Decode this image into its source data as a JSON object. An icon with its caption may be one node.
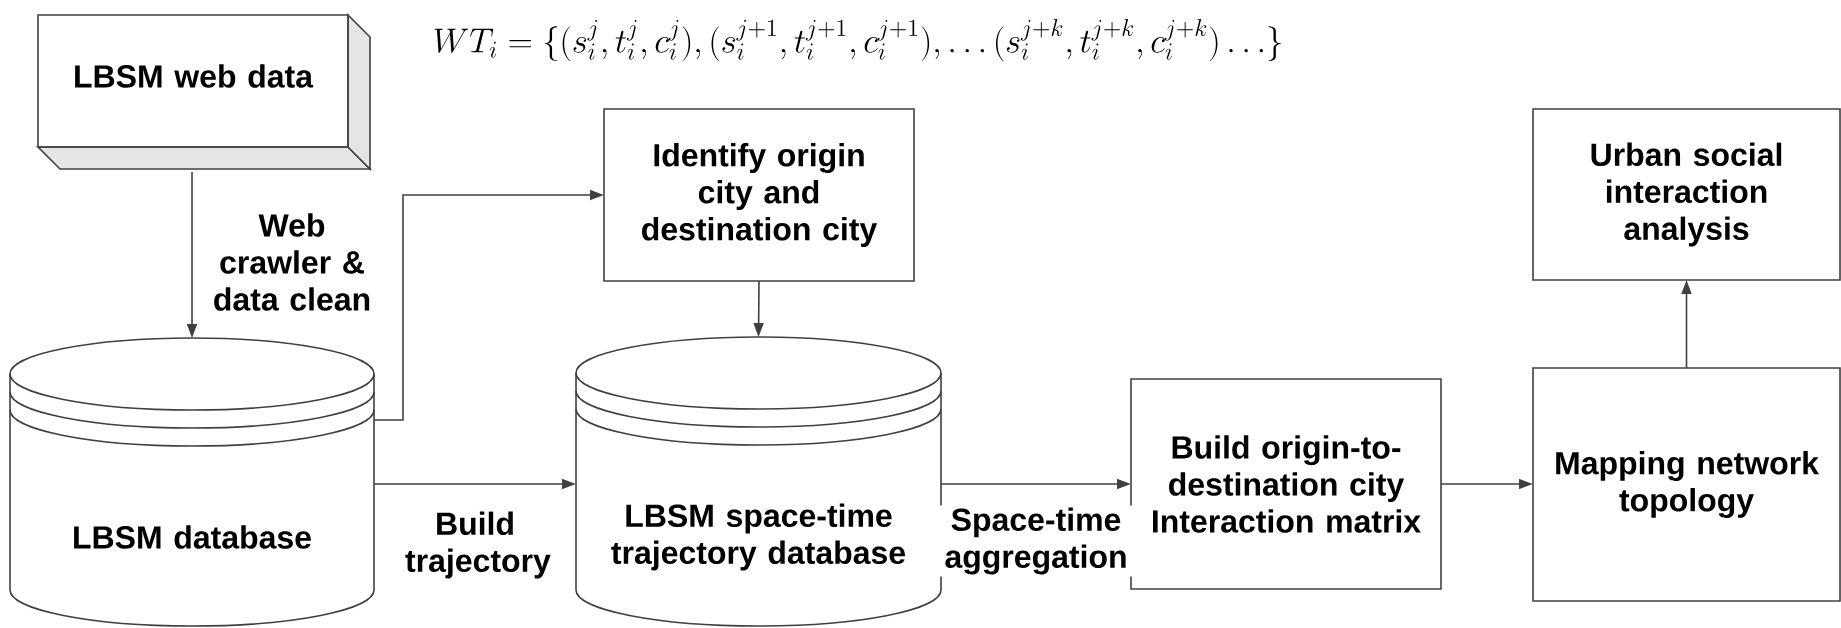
{
  "diagram": {
    "nodes": [
      {
        "text": [
          "LBSM web data"
        ]
      },
      {
        "text": [
          "LBSM database"
        ]
      },
      {
        "text": [
          "Identify origin city and destination city"
        ]
      },
      {
        "text": [
          "LBSM space-time trajectory database"
        ]
      },
      {
        "text": [
          "Build origin-to-destination city Interaction matrix"
        ]
      },
      {
        "text": [
          "Mapping network topology"
        ]
      },
      {
        "text": [
          "Urban social interaction analysis"
        ]
      }
    ],
    "edges": [
      {
        "from": 0,
        "to": 1,
        "arrow": "to",
        "label": "Web crawler & data clean"
      },
      {
        "from": 1,
        "to": 2,
        "arrow": "to"
      },
      {
        "from": 1,
        "to": 3,
        "arrow": "to",
        "label": "Build trajectory"
      },
      {
        "from": 2,
        "to": 3,
        "arrow": "to"
      },
      {
        "from": 3,
        "to": 4,
        "arrow": "to",
        "label": "Space-time aggregation"
      },
      {
        "from": 4,
        "to": 5,
        "arrow": "to"
      },
      {
        "from": 5,
        "to": 6,
        "arrow": "to"
      }
    ],
    "labels": [
      "WT_i=\\{(s_i^j, t_i^j, c_i^j),(s_i^{j+1}, t_i^{j+1}, c_i^{j+1}),\\ldots(s_i^{j+k}, t_i^{j+k}, c_i^{j+k})\\ldots\\}"
    ]
  }
}
